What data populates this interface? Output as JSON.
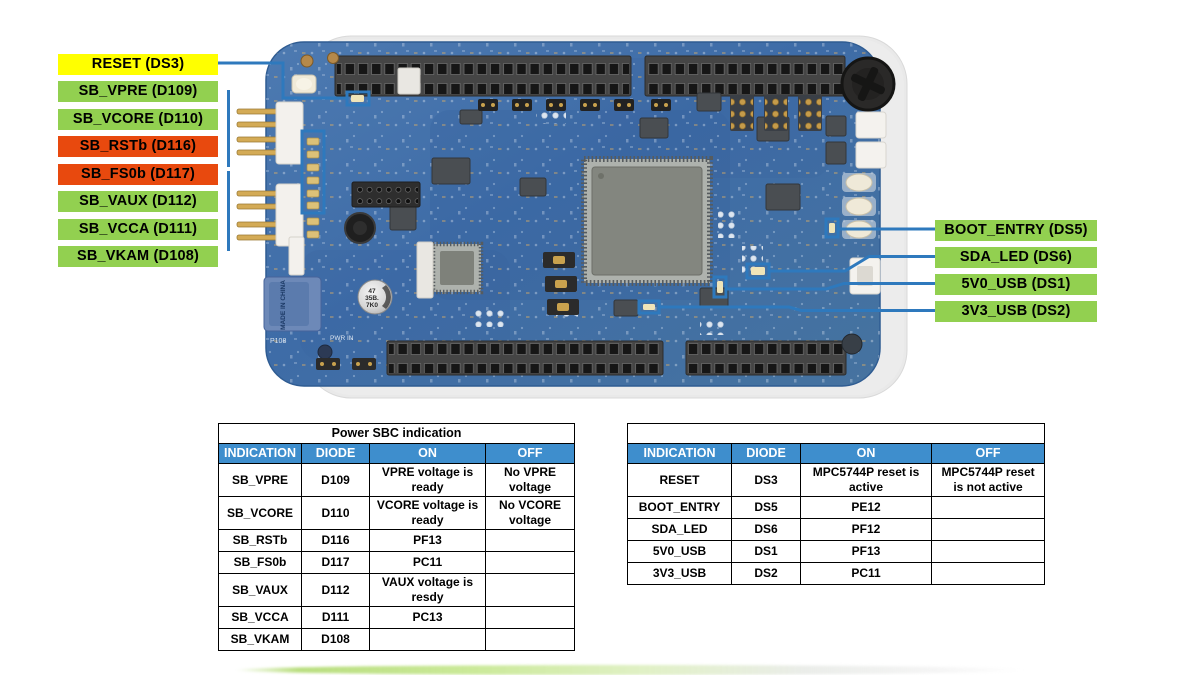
{
  "figure": {
    "description": "Development board photo with LED indicator callouts",
    "board_silkscreen": {
      "power_jack_text": "MADE IN CHINA",
      "capacitor_line1": "47",
      "capacitor_line2": "35B.",
      "capacitor_line3": "7K0",
      "p108": "P108",
      "pwr_in": "PWR IN"
    }
  },
  "colors": {
    "yellow": "#ffff00",
    "green": "#92d050",
    "red": "#e8490e",
    "callout_line": "#2e79bd",
    "table_header_bg": "#3e8ecd",
    "pcb": "#3f6da8"
  },
  "callouts": {
    "left": [
      {
        "label": "RESET (DS3)",
        "variant": "yellow"
      },
      {
        "label": "SB_VPRE (D109)",
        "variant": "green"
      },
      {
        "label": "SB_VCORE (D110)",
        "variant": "green"
      },
      {
        "label": "SB_RSTb (D116)",
        "variant": "red"
      },
      {
        "label": "SB_FS0b (D117)",
        "variant": "red"
      },
      {
        "label": "SB_VAUX (D112)",
        "variant": "green"
      },
      {
        "label": "SB_VCCA (D111)",
        "variant": "green"
      },
      {
        "label": "SB_VKAM (D108)",
        "variant": "green"
      }
    ],
    "right": [
      {
        "label": "BOOT_ENTRY (DS5)",
        "variant": "green"
      },
      {
        "label": "SDA_LED (DS6)",
        "variant": "green"
      },
      {
        "label": "5V0_USB (DS1)",
        "variant": "green"
      },
      {
        "label": "3V3_USB (DS2)",
        "variant": "green"
      }
    ]
  },
  "tables": {
    "left": {
      "title": "Power SBC indication",
      "headers": [
        "INDICATION",
        "DIODE",
        "ON",
        "OFF"
      ],
      "rows": [
        [
          "SB_VPRE",
          "D109",
          "VPRE voltage is ready",
          "No VPRE voltage"
        ],
        [
          "SB_VCORE",
          "D110",
          "VCORE voltage is ready",
          "No VCORE voltage"
        ],
        [
          "SB_RSTb",
          "D116",
          "PF13",
          ""
        ],
        [
          "SB_FS0b",
          "D117",
          "PC11",
          ""
        ],
        [
          "SB_VAUX",
          "D112",
          "VAUX voltage is resdy",
          ""
        ],
        [
          "SB_VCCA",
          "D111",
          "PC13",
          ""
        ],
        [
          "SB_VKAM",
          "D108",
          "",
          ""
        ]
      ]
    },
    "right": {
      "title": "",
      "headers": [
        "INDICATION",
        "DIODE",
        "ON",
        "OFF"
      ],
      "rows": [
        [
          "RESET",
          "DS3",
          "MPC5744P reset is active",
          "MPC5744P reset is not active"
        ],
        [
          "BOOT_ENTRY",
          "DS5",
          "PE12",
          ""
        ],
        [
          "SDA_LED",
          "DS6",
          "PF12",
          ""
        ],
        [
          "5V0_USB",
          "DS1",
          "PF13",
          ""
        ],
        [
          "3V3_USB",
          "DS2",
          "PC11",
          ""
        ]
      ]
    }
  }
}
